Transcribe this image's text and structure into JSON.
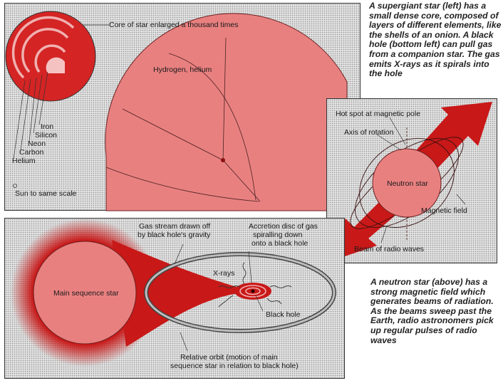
{
  "captions": {
    "supergiant": "A supergiant star (left) has a small dense core, composed of layers of different elements, like the shells of an onion. A black hole (bottom left) can pull gas from a companion star. The gas emits X-rays as it spirals into the hole",
    "neutron": "A neutron star (above) has a strong magnetic field which generates beams of radiation. As the beams sweep past the Earth, radio astronomers pick up regular pulses of radio waves"
  },
  "supergiant_panel": {
    "core_label": "Core of star enlarged a thousand times",
    "envelope_label": "Hydrogen, helium",
    "layers": [
      "Iron",
      "Silicon",
      "Neon",
      "Carbon",
      "Helium"
    ],
    "sun_label": "Sun to same scale"
  },
  "neutron_panel": {
    "hotspot_label": "Hot spot at magnetic pole",
    "axis_label": "Axis of rotation",
    "star_label": "Neutron star",
    "field_label": "Magnetic field",
    "beam_label": "Beam of radio waves"
  },
  "blackhole_panel": {
    "gas_stream_label": [
      "Gas stream drawn off",
      "by black hole's gravity"
    ],
    "disc_label": [
      "Accretion disc of gas",
      "spiralling down",
      "onto a black hole"
    ],
    "xrays_label": "X-rays",
    "star_label": "Main sequence star",
    "hole_label": "Black hole",
    "orbit_label": [
      "Relative orbit (motion of main",
      "sequence star in relation to black hole)"
    ]
  },
  "colors": {
    "star_fill": "#e87878",
    "deep_red": "#c81818",
    "stipple": "#e3e3e3"
  }
}
